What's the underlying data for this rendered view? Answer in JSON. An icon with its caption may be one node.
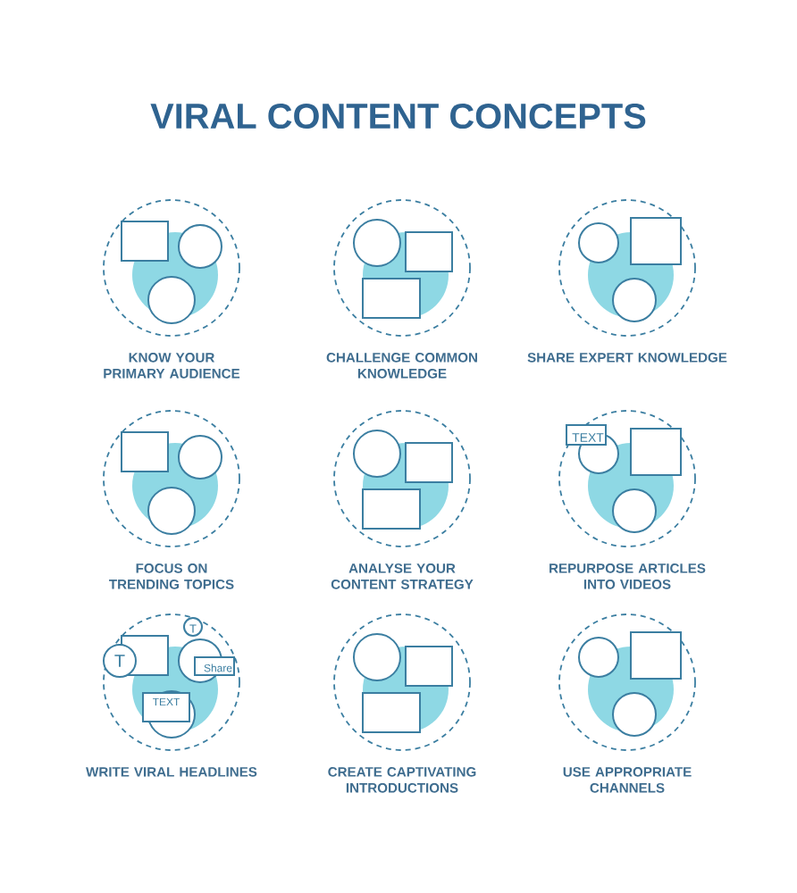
{
  "diagram": {
    "title": "VIRAL CONTENT CONCEPTS",
    "labels": [
      "KNOW YOUR PRIMARY AUDIENCE",
      "CHALLENGE COMMON KNOWLEDGE",
      "SHARE EXPERT KNOWLEDGE",
      "TEXT",
      "FOCUS ON TRENDING TOPICS",
      "ANALYSE YOUR CONTENT STRATEGY",
      "REPURPOSE ARTICLES INTO VIDEOS",
      "T",
      "T",
      "Share",
      "TEXT",
      "WRITE VIRAL HEADLINES",
      "CREATE CAPTIVATING INTRODUCTIONS",
      "USE APPROPRIATE CHANNELS"
    ]
  }
}
